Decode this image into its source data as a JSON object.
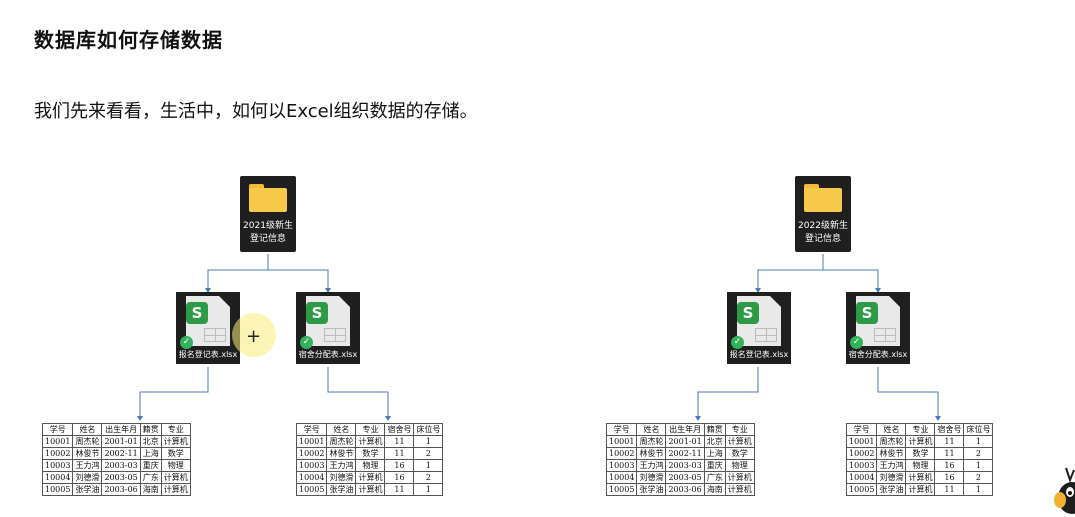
{
  "page": {
    "title": "数据库如何存储数据",
    "subtitle": "我们先来看看，生活中，如何以Excel组织数据的存储。"
  },
  "groups": [
    {
      "folder_label_1": "2021级新生",
      "folder_label_2": "登记信息",
      "file1_label": "报名登记表.xlsx",
      "file2_label": "宿舍分配表.xlsx"
    },
    {
      "folder_label_1": "2022级新生",
      "folder_label_2": "登记信息",
      "file1_label": "报名登记表.xlsx",
      "file2_label": "宿舍分配表.xlsx"
    }
  ],
  "file_icon_letter": "S",
  "check_glyph": "✓",
  "cursor_glyph": "+",
  "tables": {
    "registration": {
      "headers": [
        "学号",
        "姓名",
        "出生年月",
        "籍贯",
        "专业"
      ],
      "rows": [
        [
          "10001",
          "周杰轮",
          "2001-01",
          "北京",
          "计算机"
        ],
        [
          "10002",
          "林俊节",
          "2002-11",
          "上海",
          "数学"
        ],
        [
          "10003",
          "王力鸿",
          "2003-03",
          "重庆",
          "物理"
        ],
        [
          "10004",
          "刘德滑",
          "2003-05",
          "广东",
          "计算机"
        ],
        [
          "10005",
          "张学油",
          "2003-06",
          "海南",
          "计算机"
        ]
      ]
    },
    "dorm": {
      "headers": [
        "学号",
        "姓名",
        "专业",
        "宿舍号",
        "床位号"
      ],
      "rows": [
        [
          "10001",
          "周杰轮",
          "计算机",
          "11",
          "1"
        ],
        [
          "10002",
          "林俊节",
          "数学",
          "11",
          "2"
        ],
        [
          "10003",
          "王力鸿",
          "物理",
          "16",
          "1"
        ],
        [
          "10004",
          "刘德滑",
          "计算机",
          "16",
          "2"
        ],
        [
          "10005",
          "张学油",
          "计算机",
          "11",
          "1"
        ]
      ]
    }
  },
  "colors": {
    "connector": "#4a78b8",
    "folder": "#f7c948",
    "excel_green": "#2d9a46"
  }
}
